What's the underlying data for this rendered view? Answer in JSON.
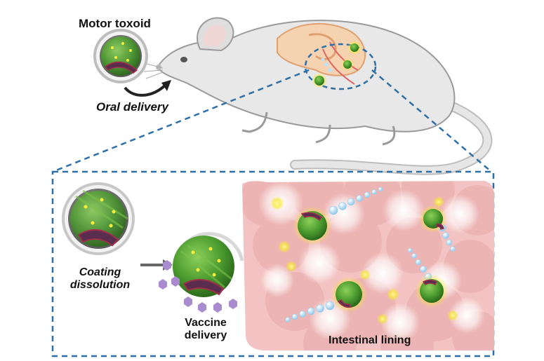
{
  "labels": {
    "motor_toxoid": "Motor toxoid",
    "oral_delivery": "Oral delivery",
    "coating": "Coating",
    "dissolution": "dissolution",
    "vaccine": "Vaccine",
    "delivery": "delivery",
    "intestinal_lining": "Intestinal lining"
  },
  "icons": [
    "mouse-illustration",
    "motor-toxoid-icon",
    "curved-arrow-icon",
    "intestine-icon",
    "straight-arrow-icon"
  ],
  "colors": {
    "motor_green": "#3f8a2a",
    "dashed_frame": "#2f6fa8",
    "intestine_pink": "#f3c3c3",
    "coating_purple": "#a98ccf",
    "particle_yellow": "#f6ee3a",
    "bubble_blue": "#bfe2f6"
  }
}
